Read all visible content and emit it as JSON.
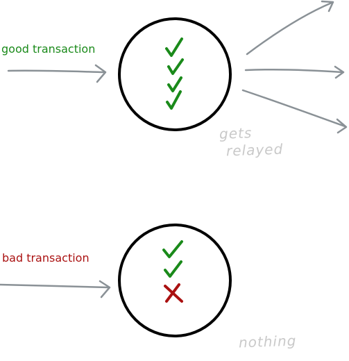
{
  "top": {
    "label": "good transaction",
    "label_color": "#1a8a1a",
    "checks": 4,
    "result_line1": "gets",
    "result_line2": "relayed",
    "relay_arrows": 3
  },
  "bottom": {
    "label": "bad transaction",
    "label_color": "#aa1111",
    "checks": 2,
    "fails": 1,
    "result": "nothing"
  },
  "colors": {
    "arrow": "#8a9196",
    "node_stroke": "#000000",
    "check": "#1a8a1a",
    "cross": "#aa1111",
    "note": "#c9c9c9"
  },
  "icons": [
    "arrow-icon",
    "node-circle",
    "check-icon",
    "cross-icon"
  ]
}
